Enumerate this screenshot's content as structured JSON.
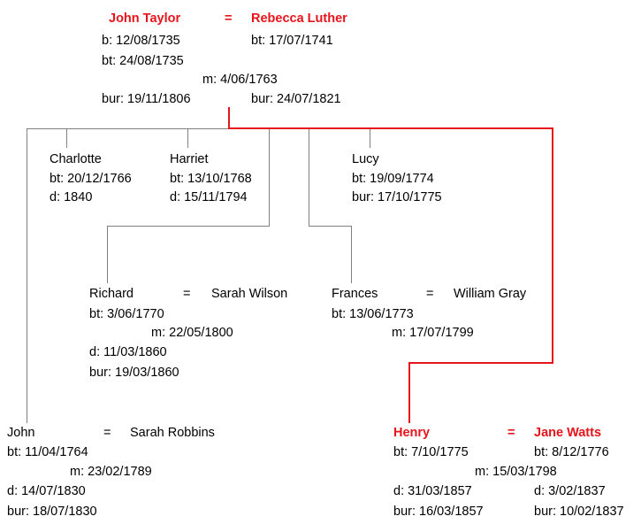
{
  "colors": {
    "highlight": "#e8141b",
    "line": "#808080"
  },
  "couples": {
    "taylor_luther": {
      "husband": "John Taylor",
      "eq": "=",
      "wife": "Rebecca Luther",
      "husband_b": "b: 12/08/1735",
      "husband_bt": "bt: 24/08/1735",
      "wife_bt": "bt: 17/07/1741",
      "married": "m: 4/06/1763",
      "husband_bur": "bur: 19/11/1806",
      "wife_bur": "bur: 24/07/1821"
    },
    "richard_wilson": {
      "husband": "Richard",
      "eq": "=",
      "wife": "Sarah Wilson",
      "husband_bt": "bt: 3/06/1770",
      "married": "m: 22/05/1800",
      "husband_d": "d: 11/03/1860",
      "husband_bur": "bur: 19/03/1860"
    },
    "frances_gray": {
      "wife": "Frances",
      "eq": "=",
      "husband": "William Gray",
      "wife_bt": "bt: 13/06/1773",
      "married": "m: 17/07/1799"
    },
    "john_robbins": {
      "husband": "John",
      "eq": "=",
      "wife": "Sarah Robbins",
      "husband_bt": "bt: 11/04/1764",
      "married": "m: 23/02/1789",
      "husband_d": "d: 14/07/1830",
      "husband_bur": "bur: 18/07/1830"
    },
    "henry_watts": {
      "husband": "Henry",
      "eq": "=",
      "wife": "Jane Watts",
      "husband_bt": "bt: 7/10/1775",
      "wife_bt": "bt: 8/12/1776",
      "married": "m: 15/03/1798",
      "husband_d": "d: 31/03/1857",
      "wife_d": "d: 3/02/1837",
      "husband_bur": "bur: 16/03/1857",
      "wife_bur": "bur: 10/02/1837"
    }
  },
  "singles": {
    "charlotte": {
      "name": "Charlotte",
      "bt": "bt: 20/12/1766",
      "d": "d: 1840"
    },
    "harriet": {
      "name": "Harriet",
      "bt": "bt: 13/10/1768",
      "d": "d: 15/11/1794"
    },
    "lucy": {
      "name": "Lucy",
      "bt": "bt: 19/09/1774",
      "bur": "bur: 17/10/1775"
    }
  }
}
